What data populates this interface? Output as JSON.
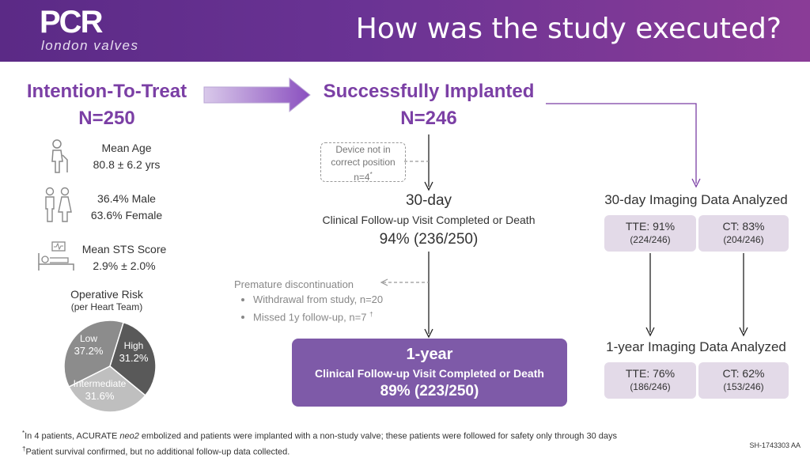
{
  "header": {
    "logo_main": "PCR",
    "logo_sub": "london valves",
    "title": "How was the study executed?"
  },
  "itt": {
    "heading": "Intention-To-Treat",
    "n": "N=250",
    "mean_age_label": "Mean Age",
    "mean_age_value": "80.8 ± 6.2 yrs",
    "male": "36.4% Male",
    "female": "63.6% Female",
    "sts_label": "Mean STS Score",
    "sts_value": "2.9% ± 2.0%",
    "risk_title": "Operative Risk",
    "risk_sub": "(per Heart Team)"
  },
  "chart_data": {
    "type": "pie",
    "title": "Operative Risk",
    "subtitle": "(per Heart Team)",
    "slices": [
      {
        "label": "Low",
        "value": 37.2,
        "display": "37.2%",
        "color": "#8c8c8c"
      },
      {
        "label": "High",
        "value": 31.2,
        "display": "31.2%",
        "color": "#595959"
      },
      {
        "label": "Intermediate",
        "value": 31.6,
        "display": "31.6%",
        "color": "#bfbfbf"
      }
    ]
  },
  "implanted": {
    "heading": "Successfully Implanted",
    "n": "N=246"
  },
  "device": {
    "line1": "Device not in",
    "line2": "correct position",
    "line3": "n=4",
    "line3_sup": "*"
  },
  "day30": {
    "title": "30-day",
    "sub": "Clinical Follow-up Visit Completed or Death",
    "value": "94% (236/250)"
  },
  "premature": {
    "title": "Premature discontinuation",
    "item1": "Withdrawal from study, n=20",
    "item2": "Missed 1y follow-up, n=7",
    "item2_sup": "†"
  },
  "year1": {
    "title": "1-year",
    "sub": "Clinical Follow-up Visit Completed or Death",
    "value": "89% (223/250)"
  },
  "imaging30": {
    "title": "30-day Imaging Data Analyzed",
    "tte_label": "TTE: 91%",
    "tte_n": "(224/246)",
    "ct_label": "CT: 83%",
    "ct_n": "(204/246)"
  },
  "imaging1y": {
    "title": "1-year Imaging Data Analyzed",
    "tte_label": "TTE: 76%",
    "tte_n": "(186/246)",
    "ct_label": "CT: 62%",
    "ct_n": "(153/246)"
  },
  "footnotes": {
    "sup1": "*",
    "note1_a": "In 4 patients, ACURATE ",
    "note1_em": "neo2",
    "note1_b": " embolized and patients were implanted with a non-study valve; these patients were followed for safety only through 30 days",
    "sup2": "†",
    "note2": "Patient survival confirmed, but no additional follow-up data collected."
  },
  "code": "SH-1743303 AA",
  "colors": {
    "accent": "#7b3fa5",
    "box": "#7e5aa8",
    "pill": "#e3dae8"
  }
}
